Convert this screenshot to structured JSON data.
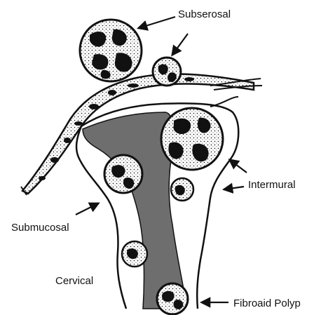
{
  "labels": {
    "subserosal": "Subserosal",
    "intermural": "Intermural",
    "submucosal": "Submucosal",
    "cervical": "Cervical",
    "fibroid_polyp": "Fibroaid Polyp"
  },
  "colors": {
    "ink": "#111111",
    "cavity_fill": "#6e6e6e",
    "fibroid_fill": "#ffffff",
    "background": "#ffffff"
  },
  "icons": {
    "fibroid_texture": "mottled-black-blotches-with-stipple",
    "pointer": "arrow-icon"
  }
}
